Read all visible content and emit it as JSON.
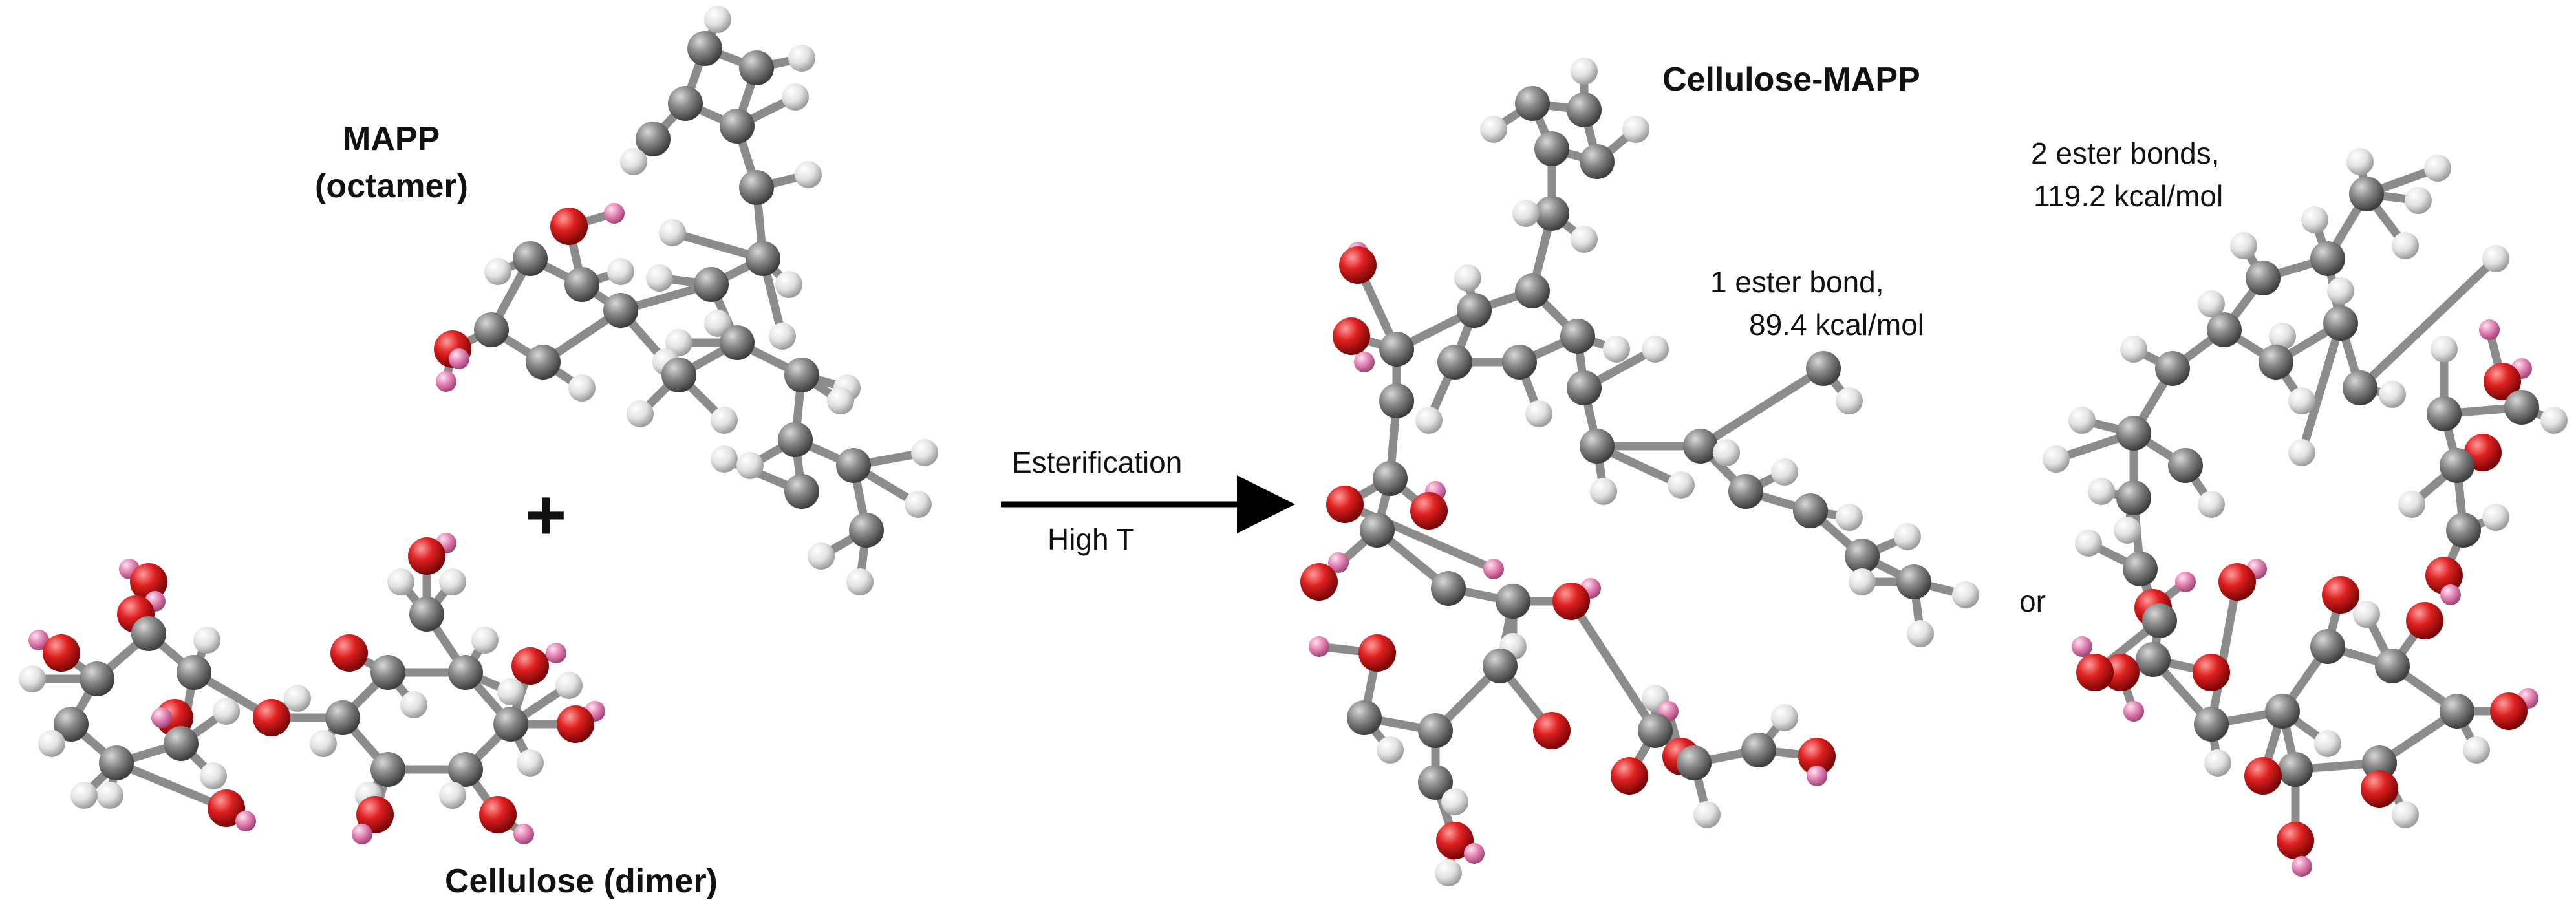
{
  "labels": {
    "mapp_line1": "MAPP",
    "mapp_line2": "(octamer)",
    "plus_sign": "+",
    "cellulose_dimer": "Cellulose (dimer)",
    "arrow_top": "Esterification",
    "arrow_bottom": "High T",
    "product_title": "Cellulose-MAPP",
    "one_bond_line1": "1 ester bond,",
    "one_bond_line2": "89.4 kcal/mol",
    "two_bond_line1": "2 ester bonds,",
    "two_bond_line2": "119.2 kcal/mol",
    "or_word": "or"
  },
  "colors": {
    "carbon": "#7d7d7d",
    "hydrogen": "#d9d9d9",
    "oxygen": "#d51f1f",
    "hydroxyl_hydrogen": "#e27fb0",
    "bond": "#8c8c8c",
    "text": "#111111"
  }
}
